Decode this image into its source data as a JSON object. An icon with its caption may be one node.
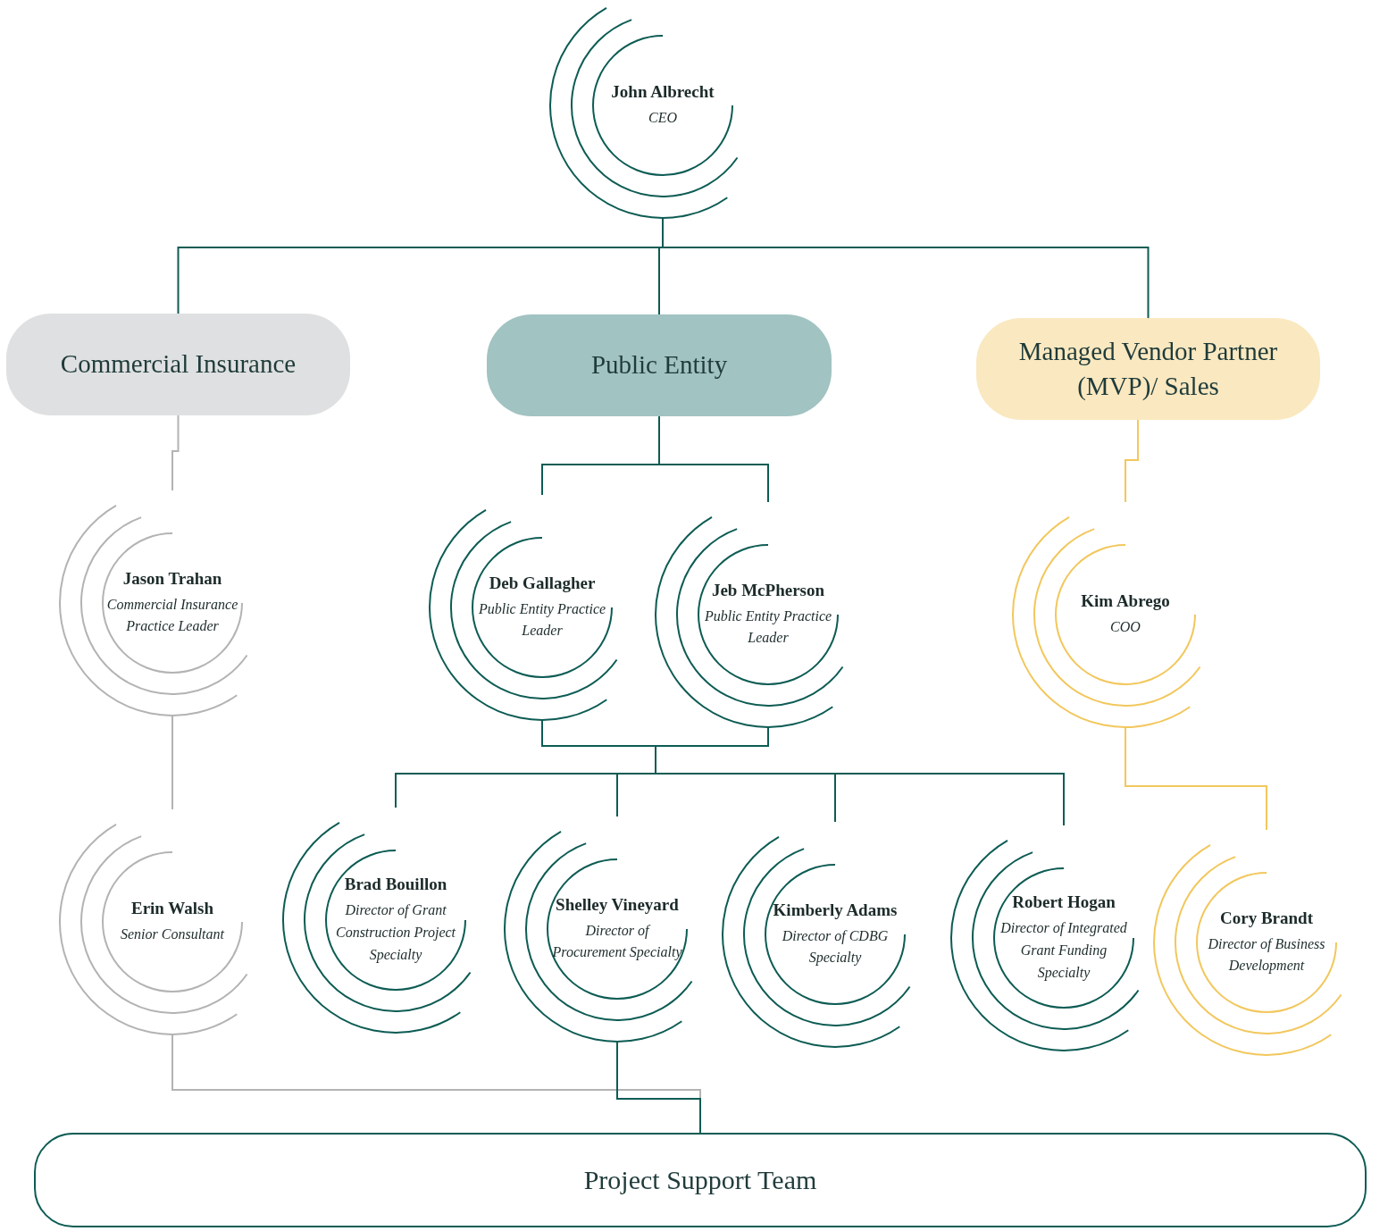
{
  "diagram": {
    "nodes": [
      {
        "text": [
          "John Albrecht",
          "CEO"
        ]
      },
      {
        "text": [
          "Commercial Insurance"
        ]
      },
      {
        "text": [
          "Public Entity"
        ]
      },
      {
        "text": [
          "Managed Vendor Partner (MVP)/ Sales"
        ]
      },
      {
        "text": [
          "Jason Trahan",
          "Commercial Insurance Practice Leader"
        ]
      },
      {
        "text": [
          "Deb Gallagher",
          "Public Entity Practice Leader"
        ]
      },
      {
        "text": [
          "Jeb McPherson",
          "Public Entity Practice Leader"
        ]
      },
      {
        "text": [
          "Kim Abrego",
          "COO"
        ]
      },
      {
        "text": [
          "Erin Walsh",
          "Senior Consultant"
        ]
      },
      {
        "text": [
          "Brad Bouillon",
          "Director of  Grant Construction Project Specialty"
        ]
      },
      {
        "text": [
          "Shelley Vineyard",
          "Director of Procurement Specialty"
        ]
      },
      {
        "text": [
          "Kimberly Adams",
          "Director of CDBG Specialty"
        ]
      },
      {
        "text": [
          "Robert Hogan",
          "Director of Integrated Grant Funding Specialty"
        ]
      },
      {
        "text": [
          "Cory Brandt",
          "Director of Business Development"
        ]
      },
      {
        "text": [
          "Project Support Team"
        ]
      }
    ],
    "edges": [
      {
        "from": 0,
        "to": 1,
        "arrow": "none"
      },
      {
        "from": 0,
        "to": 2,
        "arrow": "none"
      },
      {
        "from": 0,
        "to": 3,
        "arrow": "none"
      },
      {
        "from": 1,
        "to": 4,
        "arrow": "none",
        "color": "#b3b3b3"
      },
      {
        "from": 2,
        "to": 5,
        "arrow": "none"
      },
      {
        "from": 2,
        "to": 6,
        "arrow": "none"
      },
      {
        "from": 3,
        "to": 7,
        "arrow": "none",
        "color": "#f2c75c"
      },
      {
        "from": 4,
        "to": 8,
        "arrow": "none",
        "color": "#b3b3b3"
      },
      {
        "from": 5,
        "to": 9,
        "arrow": "none"
      },
      {
        "from": 5,
        "to": 10,
        "arrow": "none"
      },
      {
        "from": 5,
        "to": 11,
        "arrow": "none"
      },
      {
        "from": 5,
        "to": 12,
        "arrow": "none"
      },
      {
        "from": 6,
        "to": 9,
        "arrow": "none"
      },
      {
        "from": 6,
        "to": 10,
        "arrow": "none"
      },
      {
        "from": 6,
        "to": 11,
        "arrow": "none"
      },
      {
        "from": 6,
        "to": 12,
        "arrow": "none"
      },
      {
        "from": 7,
        "to": 13,
        "arrow": "none",
        "color": "#f2c75c"
      },
      {
        "from": 8,
        "to": 14,
        "arrow": "none",
        "color": "#b3b3b3"
      },
      {
        "from": 10,
        "to": 14,
        "arrow": "none"
      }
    ]
  }
}
